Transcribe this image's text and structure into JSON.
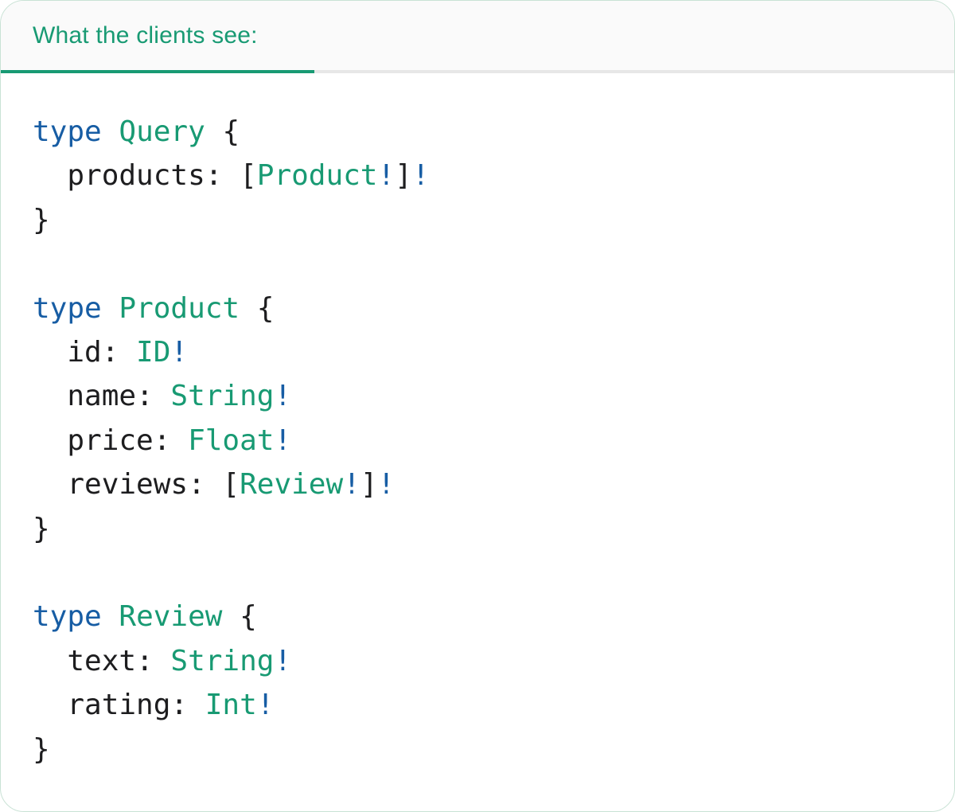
{
  "tab_bar": {
    "active_tab_label": "What the clients see:"
  },
  "colors": {
    "accent-green": "#189a73",
    "keyword-blue": "#175da4",
    "type-green": "#189a73",
    "text-dark": "#1d1d1f",
    "header-bg": "#fafafa",
    "divider-gray": "#e7e7e7",
    "card-border": "#c9e2d5",
    "card-bg": "#ffffff"
  },
  "code": {
    "language": "graphql",
    "lines": [
      [
        [
          "type",
          "kw"
        ],
        [
          " ",
          "pl"
        ],
        [
          "Query",
          "ty"
        ],
        [
          " {",
          "pl"
        ]
      ],
      [
        [
          "  products: [",
          "pl"
        ],
        [
          "Product",
          "ty"
        ],
        [
          "!",
          "kw"
        ],
        [
          "]",
          "pl"
        ],
        [
          "!",
          "kw"
        ]
      ],
      [
        [
          "}",
          "pl"
        ]
      ],
      [],
      [
        [
          "type",
          "kw"
        ],
        [
          " ",
          "pl"
        ],
        [
          "Product",
          "ty"
        ],
        [
          " {",
          "pl"
        ]
      ],
      [
        [
          "  id: ",
          "pl"
        ],
        [
          "ID",
          "ty"
        ],
        [
          "!",
          "kw"
        ]
      ],
      [
        [
          "  name: ",
          "pl"
        ],
        [
          "String",
          "ty"
        ],
        [
          "!",
          "kw"
        ]
      ],
      [
        [
          "  price: ",
          "pl"
        ],
        [
          "Float",
          "ty"
        ],
        [
          "!",
          "kw"
        ]
      ],
      [
        [
          "  reviews: [",
          "pl"
        ],
        [
          "Review",
          "ty"
        ],
        [
          "!",
          "kw"
        ],
        [
          "]",
          "pl"
        ],
        [
          "!",
          "kw"
        ]
      ],
      [
        [
          "}",
          "pl"
        ]
      ],
      [],
      [
        [
          "type",
          "kw"
        ],
        [
          " ",
          "pl"
        ],
        [
          "Review",
          "ty"
        ],
        [
          " {",
          "pl"
        ]
      ],
      [
        [
          "  text: ",
          "pl"
        ],
        [
          "String",
          "ty"
        ],
        [
          "!",
          "kw"
        ]
      ],
      [
        [
          "  rating: ",
          "pl"
        ],
        [
          "Int",
          "ty"
        ],
        [
          "!",
          "kw"
        ]
      ],
      [
        [
          "}",
          "pl"
        ]
      ]
    ]
  }
}
